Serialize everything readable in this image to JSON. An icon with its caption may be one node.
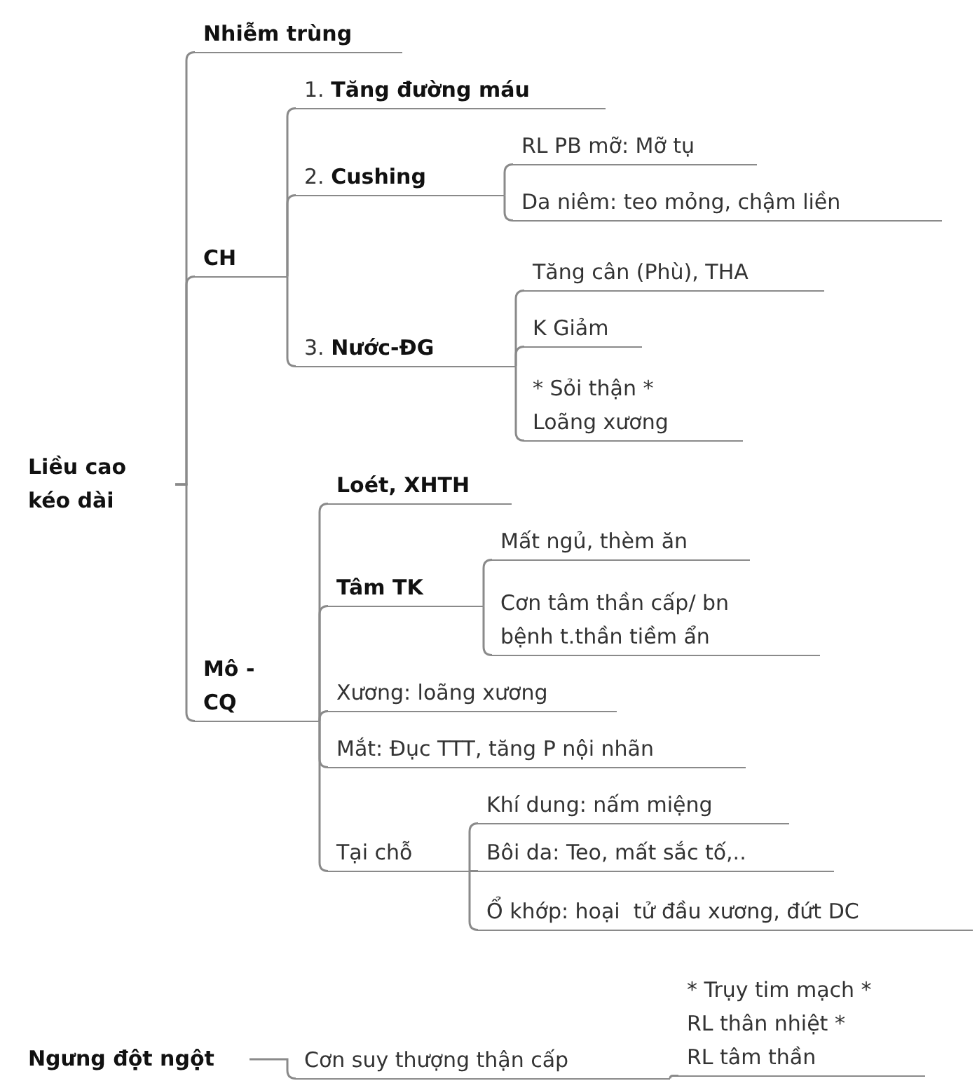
{
  "diagram": {
    "nodes": [
      {
        "text": [
          "Liều cao kéo dài"
        ]
      },
      {
        "text": [
          "Nhiễm trùng"
        ]
      },
      {
        "text": [
          "CH"
        ]
      },
      {
        "text": [
          "1. **Tăng đường máu**"
        ]
      },
      {
        "text": [
          "2. **Cushing**"
        ]
      },
      {
        "text": [
          "RL PB mỡ: Mỡ tụ"
        ]
      },
      {
        "text": [
          "Da niêm: teo mỏng, chậm liền"
        ]
      },
      {
        "text": [
          "3. **Nước-ĐG**"
        ]
      },
      {
        "text": [
          "Tăng cân (Phù), THA"
        ]
      },
      {
        "text": [
          "K Giảm"
        ]
      },
      {
        "text": [
          "* Sỏi thận * Loãng xương"
        ]
      },
      {
        "text": [
          "Mô - CQ"
        ]
      },
      {
        "text": [
          "Loét, XHTH"
        ]
      },
      {
        "text": [
          "Tâm TK"
        ]
      },
      {
        "text": [
          "Mất ngủ, thèm ăn"
        ]
      },
      {
        "text": [
          "Cơn tâm thần cấp/ bn bệnh t.thần tiềm ẩn"
        ]
      },
      {
        "text": [
          "Xương: loãng xương"
        ]
      },
      {
        "text": [
          "Mắt: Đục TTT, tăng P nội nhãn"
        ]
      },
      {
        "text": [
          "Tại chỗ"
        ]
      },
      {
        "text": [
          "Khí dung: nấm miệng"
        ]
      },
      {
        "text": [
          "Bôi da: Teo, mất sắc tố,.."
        ]
      },
      {
        "text": [
          "Ổ khớp: hoại  tử đầu xương, đứt DC"
        ]
      },
      {
        "text": [
          "Ngưng đột ngột"
        ]
      },
      {
        "text": [
          "Cơn suy thượng thận cấp"
        ]
      },
      {
        "text": [
          "* Trụy tim mạch * RL thân nhiệt * RL tâm thần"
        ]
      }
    ],
    "edges": [
      {
        "from": 0,
        "to": 1,
        "arrow": "none"
      },
      {
        "from": 0,
        "to": 2,
        "arrow": "none"
      },
      {
        "from": 0,
        "to": 11,
        "arrow": "none"
      },
      {
        "from": 2,
        "to": 3,
        "arrow": "none"
      },
      {
        "from": 2,
        "to": 4,
        "arrow": "none"
      },
      {
        "from": 2,
        "to": 7,
        "arrow": "none"
      },
      {
        "from": 4,
        "to": 5,
        "arrow": "none"
      },
      {
        "from": 4,
        "to": 6,
        "arrow": "none"
      },
      {
        "from": 7,
        "to": 8,
        "arrow": "none"
      },
      {
        "from": 7,
        "to": 9,
        "arrow": "none"
      },
      {
        "from": 7,
        "to": 10,
        "arrow": "none"
      },
      {
        "from": 11,
        "to": 12,
        "arrow": "none"
      },
      {
        "from": 11,
        "to": 13,
        "arrow": "none"
      },
      {
        "from": 11,
        "to": 16,
        "arrow": "none"
      },
      {
        "from": 11,
        "to": 17,
        "arrow": "none"
      },
      {
        "from": 11,
        "to": 18,
        "arrow": "none"
      },
      {
        "from": 13,
        "to": 14,
        "arrow": "none"
      },
      {
        "from": 13,
        "to": 15,
        "arrow": "none"
      },
      {
        "from": 18,
        "to": 19,
        "arrow": "none"
      },
      {
        "from": 18,
        "to": 20,
        "arrow": "none"
      },
      {
        "from": 18,
        "to": 21,
        "arrow": "none"
      },
      {
        "from": 22,
        "to": 23,
        "arrow": "none"
      },
      {
        "from": 23,
        "to": 24,
        "arrow": "none"
      }
    ]
  }
}
